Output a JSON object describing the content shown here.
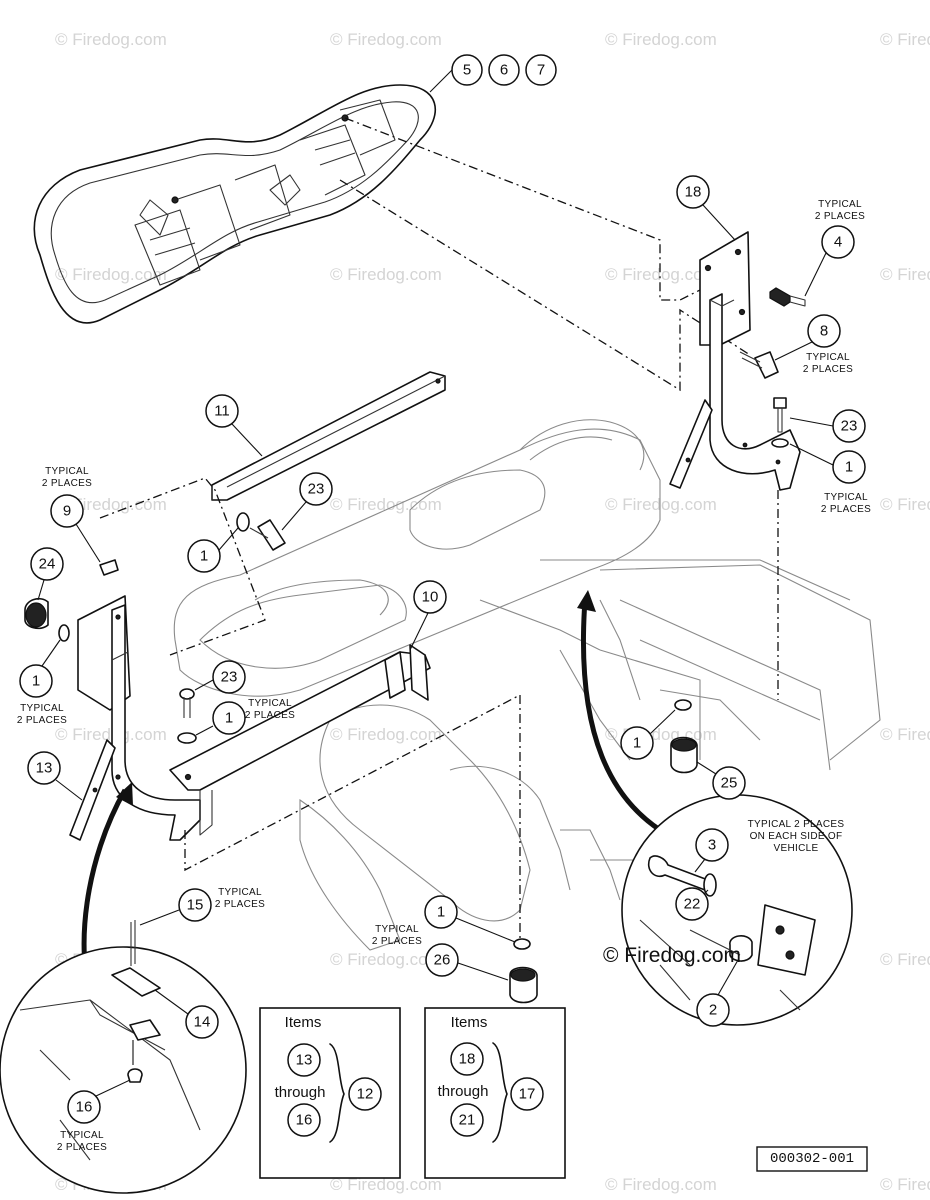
{
  "watermark": "© Firedog.com",
  "document_number": "000302-001",
  "typical_note": "TYPICAL\n2 PLACES",
  "side_note": "TYPICAL 2 PLACES\nON EACH SIDE OF\nVEHICLE",
  "callouts": {
    "c5": "5",
    "c6": "6",
    "c7": "7",
    "c18": "18",
    "c4": "4",
    "c8": "8",
    "c23a": "23",
    "c1a": "1",
    "c11": "11",
    "c23b": "23",
    "c1b": "1",
    "c9": "9",
    "c24": "24",
    "c1c": "1",
    "c10": "10",
    "c23c": "23",
    "c1d": "1",
    "c13": "13",
    "c15": "15",
    "c14": "14",
    "c16": "16",
    "c1e": "1",
    "c26": "26",
    "c1f": "1",
    "c25": "25",
    "c3": "3",
    "c22": "22",
    "c2": "2"
  },
  "kits": [
    {
      "header": "Items",
      "from": "13",
      "word": "through",
      "to": "16",
      "assembly": "12"
    },
    {
      "header": "Items",
      "from": "18",
      "word": "through",
      "to": "21",
      "assembly": "17"
    }
  ]
}
